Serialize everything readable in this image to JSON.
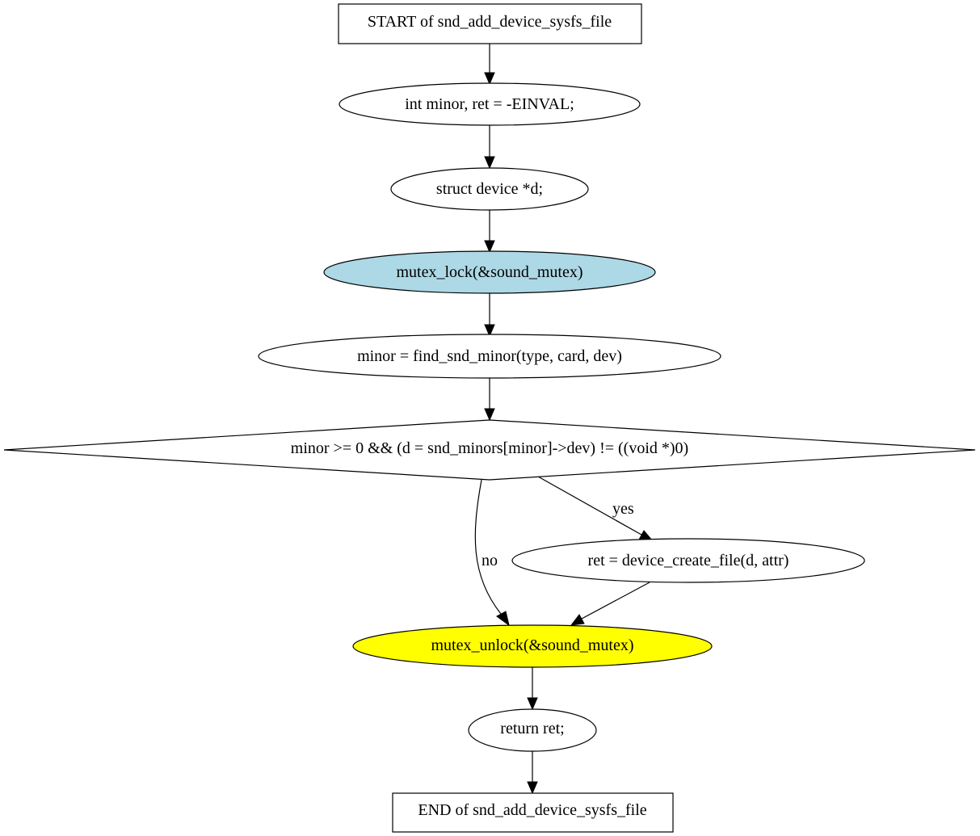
{
  "diagram": {
    "type": "flowchart",
    "nodes": {
      "start": {
        "label": "START of snd_add_device_sysfs_file",
        "shape": "box"
      },
      "decl_ret": {
        "label": "int minor, ret = -EINVAL;",
        "shape": "ellipse"
      },
      "decl_dev": {
        "label": "struct device *d;",
        "shape": "ellipse"
      },
      "lock": {
        "label": "mutex_lock(&sound_mutex)",
        "shape": "ellipse",
        "fill": "#add8e6"
      },
      "find_minor": {
        "label": "minor = find_snd_minor(type, card, dev)",
        "shape": "ellipse"
      },
      "condition": {
        "label": "minor >= 0 && (d = snd_minors[minor]->dev) != ((void *)0)",
        "shape": "diamond"
      },
      "create_file": {
        "label": "ret = device_create_file(d, attr)",
        "shape": "ellipse"
      },
      "unlock": {
        "label": "mutex_unlock(&sound_mutex)",
        "shape": "ellipse",
        "fill": "#ffff00"
      },
      "return_ret": {
        "label": "return ret;",
        "shape": "ellipse"
      },
      "end": {
        "label": "END of snd_add_device_sysfs_file",
        "shape": "box"
      }
    },
    "edges": {
      "start_to_decl_ret": {
        "from": "start",
        "to": "decl_ret",
        "label": ""
      },
      "decl_ret_to_decl_dev": {
        "from": "decl_ret",
        "to": "decl_dev",
        "label": ""
      },
      "decl_dev_to_lock": {
        "from": "decl_dev",
        "to": "lock",
        "label": ""
      },
      "lock_to_find_minor": {
        "from": "lock",
        "to": "find_minor",
        "label": ""
      },
      "find_minor_to_condition": {
        "from": "find_minor",
        "to": "condition",
        "label": ""
      },
      "condition_yes": {
        "from": "condition",
        "to": "create_file",
        "label": "yes"
      },
      "condition_no": {
        "from": "condition",
        "to": "unlock",
        "label": "no"
      },
      "create_file_to_unlock": {
        "from": "create_file",
        "to": "unlock",
        "label": ""
      },
      "unlock_to_return": {
        "from": "unlock",
        "to": "return_ret",
        "label": ""
      },
      "return_to_end": {
        "from": "return_ret",
        "to": "end",
        "label": ""
      }
    },
    "colors": {
      "stroke": "#000000",
      "background": "#ffffff",
      "lock_fill": "#add8e6",
      "unlock_fill": "#ffff00"
    }
  }
}
